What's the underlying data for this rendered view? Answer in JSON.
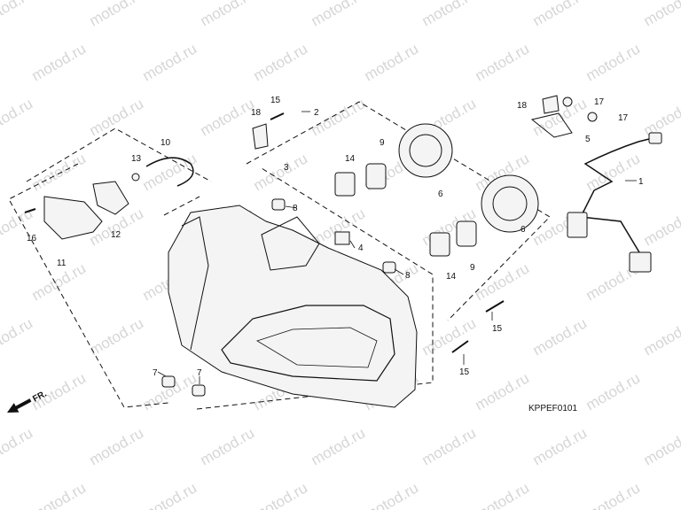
{
  "watermark": "motod.ru",
  "front_label": "FR.",
  "figure_code": "KPPEF0101",
  "callouts": {
    "c1": "1",
    "c2": "2",
    "c3": "3",
    "c4": "4",
    "c5": "5",
    "c6a": "6",
    "c6b": "6",
    "c7a": "7",
    "c7b": "7",
    "c8a": "8",
    "c8b": "8",
    "c9a": "9",
    "c9b": "9",
    "c10": "10",
    "c11": "11",
    "c12": "12",
    "c13": "13",
    "c14a": "14",
    "c14b": "14",
    "c15a": "15",
    "c15b": "15",
    "c15c": "15",
    "c16": "16",
    "c17a": "17",
    "c17b": "17",
    "c18": "18"
  }
}
